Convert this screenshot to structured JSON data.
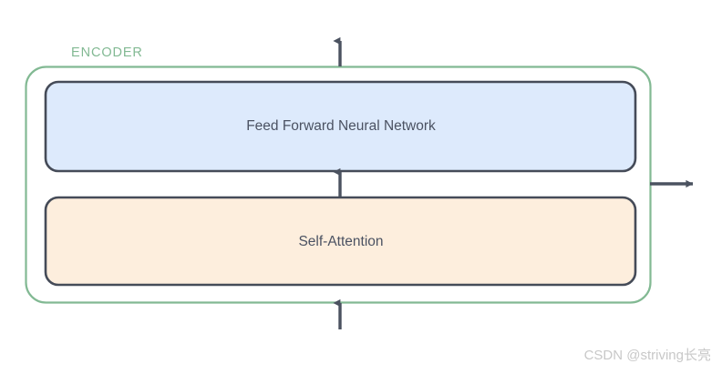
{
  "diagram": {
    "title_label": "ENCODER",
    "blocks": [
      {
        "id": "feed-forward",
        "label": "Feed Forward Neural Network",
        "fill": "#ddeafc",
        "stroke": "#454b58"
      },
      {
        "id": "self-attention",
        "label": "Self-Attention",
        "fill": "#fdeedd",
        "stroke": "#454b58"
      }
    ],
    "container": {
      "label": "ENCODER",
      "stroke": "#82b993",
      "text_color": "#82b993"
    },
    "arrows": [
      {
        "id": "output-arrow-top",
        "direction": "up"
      },
      {
        "id": "residual-arrow-middle",
        "direction": "up"
      },
      {
        "id": "input-arrow-bottom",
        "direction": "up"
      },
      {
        "id": "output-arrow-right",
        "direction": "right"
      }
    ],
    "arrow_color": "#4b5260"
  },
  "watermark": {
    "text": "CSDN @striving长亮",
    "color": "#c8c8c8"
  }
}
